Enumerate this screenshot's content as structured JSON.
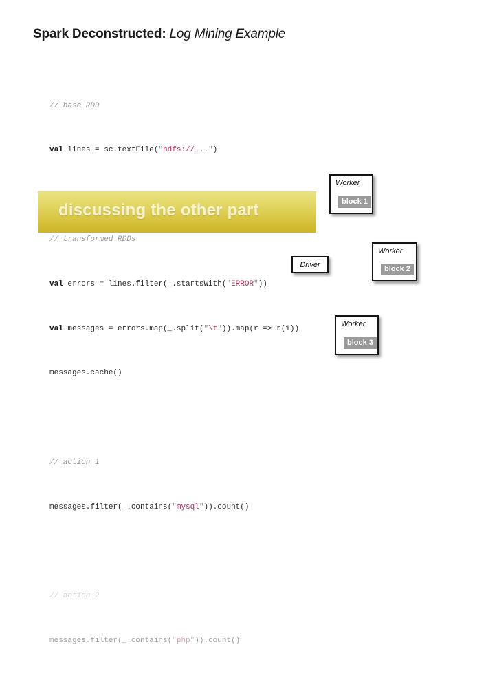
{
  "slide": {
    "background_color": "#ffffff",
    "title": {
      "bold_part": "Spark Deconstructed:",
      "italic_part": " Log Mining Example"
    }
  },
  "code": {
    "lines": [
      {
        "id": "c1",
        "kind": "comment",
        "text": "// base RDD"
      },
      {
        "id": "c2",
        "kind": "code",
        "text": "val lines = sc.textFile(\"hdfs://...\")"
      },
      {
        "id": "c3",
        "kind": "blank",
        "text": ""
      },
      {
        "id": "c4",
        "kind": "comment",
        "text": "// transformed RDDs"
      },
      {
        "id": "c5",
        "kind": "code",
        "text": "val errors = lines.filter(_.startsWith(\"ERROR\"))"
      },
      {
        "id": "c6",
        "kind": "code",
        "text": "val messages = errors.map(_.split(\"\\t\")).map(r => r(1))"
      },
      {
        "id": "c7",
        "kind": "code",
        "text": "messages.cache()"
      },
      {
        "id": "c8",
        "kind": "blank",
        "text": ""
      },
      {
        "id": "c9",
        "kind": "comment",
        "text": "// action 1"
      },
      {
        "id": "c10",
        "kind": "code",
        "text": "messages.filter(_.contains(\"mysql\")).count()"
      },
      {
        "id": "c11",
        "kind": "blank",
        "text": ""
      },
      {
        "id": "c12",
        "kind": "comment",
        "text": "// action 2"
      },
      {
        "id": "c13",
        "kind": "code",
        "text": "messages.filter(_.contains(\"php\")).count()"
      }
    ],
    "tokens": {
      "line2_kw": "val",
      "line2_rest_a": " lines = sc.textFile(",
      "line2_q1": "\"",
      "line2_str": "hdfs://...",
      "line2_q2": "\"",
      "line2_rest_b": ")",
      "line5_kw": "val",
      "line5_rest_a": " errors = lines.filter(_.startsWith(",
      "line5_q1": "\"",
      "line5_str": "ERROR",
      "line5_q2": "\"",
      "line5_rest_b": "))",
      "line6_kw": "val",
      "line6_rest_a": " messages = errors.map(_.split(",
      "line6_q1": "\"",
      "line6_str": "\\t",
      "line6_q2": "\"",
      "line6_rest_b": ")).map(r => r(1))",
      "line7_text": "messages.cache()",
      "line10_a": "messages.filter(_.contains(",
      "line10_q1": "\"",
      "line10_str": "mysql",
      "line10_q2": "\"",
      "line10_b": ")).count()",
      "line13_a": "messages.filter(_.contains(",
      "line13_q1": "\"",
      "line13_str": "php",
      "line13_q2": "\"",
      "line13_b": ")).count()"
    },
    "colors": {
      "comment": "#9a9a9a",
      "string": "#b5325a",
      "quote": "#7d8a99",
      "text": "#2b2b2b"
    }
  },
  "highlight_band": {
    "text": "discussing the other part",
    "gradient_top_color": "#e9e283",
    "gradient_bottom_color": "#cdb42a",
    "text_color": "#ffffff"
  },
  "diagram": {
    "driver": {
      "label": "Driver"
    },
    "workers": [
      {
        "title": "Worker",
        "block": "block 1"
      },
      {
        "title": "Worker",
        "block": "block 2"
      },
      {
        "title": "Worker",
        "block": "block 3"
      }
    ],
    "block_chip_color": "#9a9a9a",
    "box_border_color": "#141414"
  }
}
